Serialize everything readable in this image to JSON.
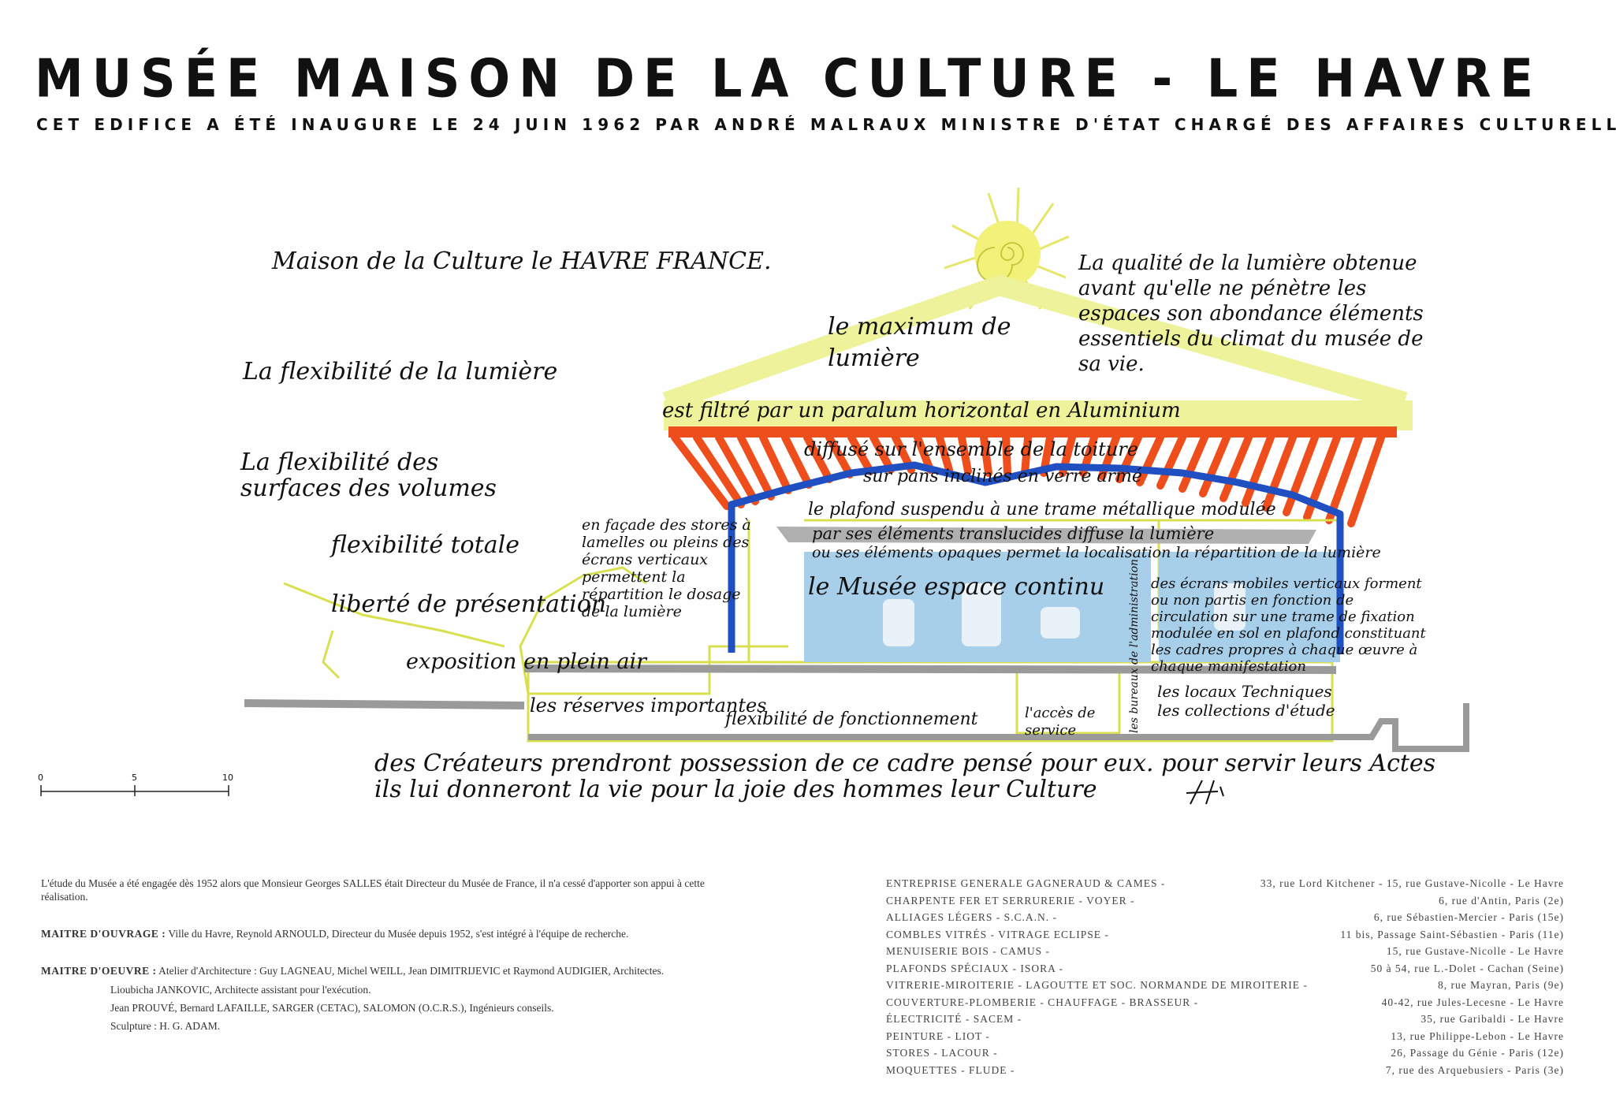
{
  "header": {
    "title": "MUSÉE MAISON DE LA CULTURE - LE HAVRE",
    "subtitle": "CET EDIFICE A ÉTÉ INAUGURE LE 24 JUIN 1962 PAR ANDRÉ MALRAUX MINISTRE D'ÉTAT CHARGÉ DES AFFAIRES CULTURELLES"
  },
  "sketch": {
    "heading": "Maison de la Culture le HAVRE FRANCE.",
    "left_notes": [
      "La flexibilité de la lumière",
      "La flexibilité des surfaces des volumes",
      "flexibilité totale",
      "liberté de présentation",
      "exposition en plein air"
    ],
    "top_right_note": "La qualité de la lumière obtenue avant qu'elle ne pénètre les espaces son abondance éléments essentiels du climat du musée de sa vie.",
    "center_note": "le maximum de lumière",
    "roof_notes": [
      "est filtré par un paralum horizontal en Aluminium",
      "diffusé sur l'ensemble de la toiture",
      "sur pans inclinés en verre armé",
      "le plafond suspendu à une trame métallique modulée",
      "par ses éléments translucides diffuse la lumière",
      "ou ses éléments opaques permet la localisation la répartition de la lumière"
    ],
    "facade_note": "en façade des stores à lamelles ou pleins des écrans verticaux permettent la répartition le dosage de la lumière",
    "museum_label": "le Musée espace continu",
    "right_note": "des écrans mobiles verticaux forment ou non partis en fonction de circulation sur une trame de fixation modulée en sol en plafond constituant les cadres propres à chaque œuvre à chaque manifestation",
    "lower_notes": [
      "les réserves importantes",
      "flexibilité de fonctionnement",
      "l'accès de service",
      "les locaux Techniques",
      "les collections d'étude",
      "les bureaux de l'administration"
    ],
    "bottom_lines": [
      "des Créateurs prendront possession de ce cadre pensé pour eux. pour servir leurs Actes",
      "ils lui donneront la vie pour la joie des hommes leur Culture"
    ],
    "scale": [
      "0",
      "5",
      "10"
    ],
    "colors": {
      "sun": "#f2f27a",
      "roof_band": "#eef29a",
      "paralum": "#ee4e1c",
      "glass": "#1f4fc0",
      "spaces": "#a8cfea",
      "ground": "#9a9a9a"
    }
  },
  "credits": {
    "intro": "L'étude du Musée a été engagée dès 1952 alors que Monsieur Georges SALLES était Directeur du Musée de France, il n'a cessé d'apporter son appui à cette réalisation.",
    "ouvrage_label": "MAITRE D'OUVRAGE :",
    "ouvrage_text": "Ville du Havre, Reynold ARNOULD, Directeur du Musée depuis 1952, s'est intégré à l'équipe de recherche.",
    "oeuvre_label": "MAITRE D'OEUVRE :",
    "oeuvre_text": "Atelier d'Architecture : Guy LAGNEAU, Michel WEILL, Jean DIMITRIJEVIC et Raymond AUDIGIER, Architectes.",
    "assistant": "Lioubicha JANKOVIC, Architecte assistant pour l'exécution.",
    "engineers": "Jean PROUVÉ, Bernard LAFAILLE, SARGER (CETAC), SALOMON (O.C.R.S.), Ingénieurs conseils.",
    "sculpture": "Sculpture : H. G. ADAM."
  },
  "contractors": [
    {
      "name": "ENTREPRISE GENERALE GAGNERAUD & CAMES -",
      "address": "33, rue Lord Kitchener - 15, rue Gustave-Nicolle - Le Havre"
    },
    {
      "name": "CHARPENTE FER ET SERRURERIE - VOYER -",
      "address": "6, rue d'Antin, Paris (2e)"
    },
    {
      "name": "ALLIAGES LÉGERS - S.C.A.N. -",
      "address": "6, rue Sébastien-Mercier - Paris (15e)"
    },
    {
      "name": "COMBLES VITRÉS - VITRAGE ECLIPSE -",
      "address": "11 bis, Passage Saint-Sébastien - Paris (11e)"
    },
    {
      "name": "MENUISERIE BOIS - CAMUS -",
      "address": "15, rue Gustave-Nicolle - Le Havre"
    },
    {
      "name": "PLAFONDS SPÉCIAUX - ISORA -",
      "address": "50 à 54, rue L.-Dolet - Cachan (Seine)"
    },
    {
      "name": "VITRERIE-MIROITERIE - LAGOUTTE ET SOC. NORMANDE DE MIROITERIE -",
      "address": "8, rue Mayran, Paris (9e)"
    },
    {
      "name": "COUVERTURE-PLOMBERIE - CHAUFFAGE - BRASSEUR -",
      "address": "40-42, rue Jules-Lecesne - Le Havre"
    },
    {
      "name": "ÉLECTRICITÉ - SACEM -",
      "address": "35, rue Garibaldi - Le Havre"
    },
    {
      "name": "PEINTURE - LIOT -",
      "address": "13, rue Philippe-Lebon - Le Havre"
    },
    {
      "name": "STORES - LACOUR -",
      "address": "26, Passage du Génie - Paris (12e)"
    },
    {
      "name": "MOQUETTES - FLUDE -",
      "address": "7, rue des Arquebusiers - Paris (3e)"
    }
  ]
}
